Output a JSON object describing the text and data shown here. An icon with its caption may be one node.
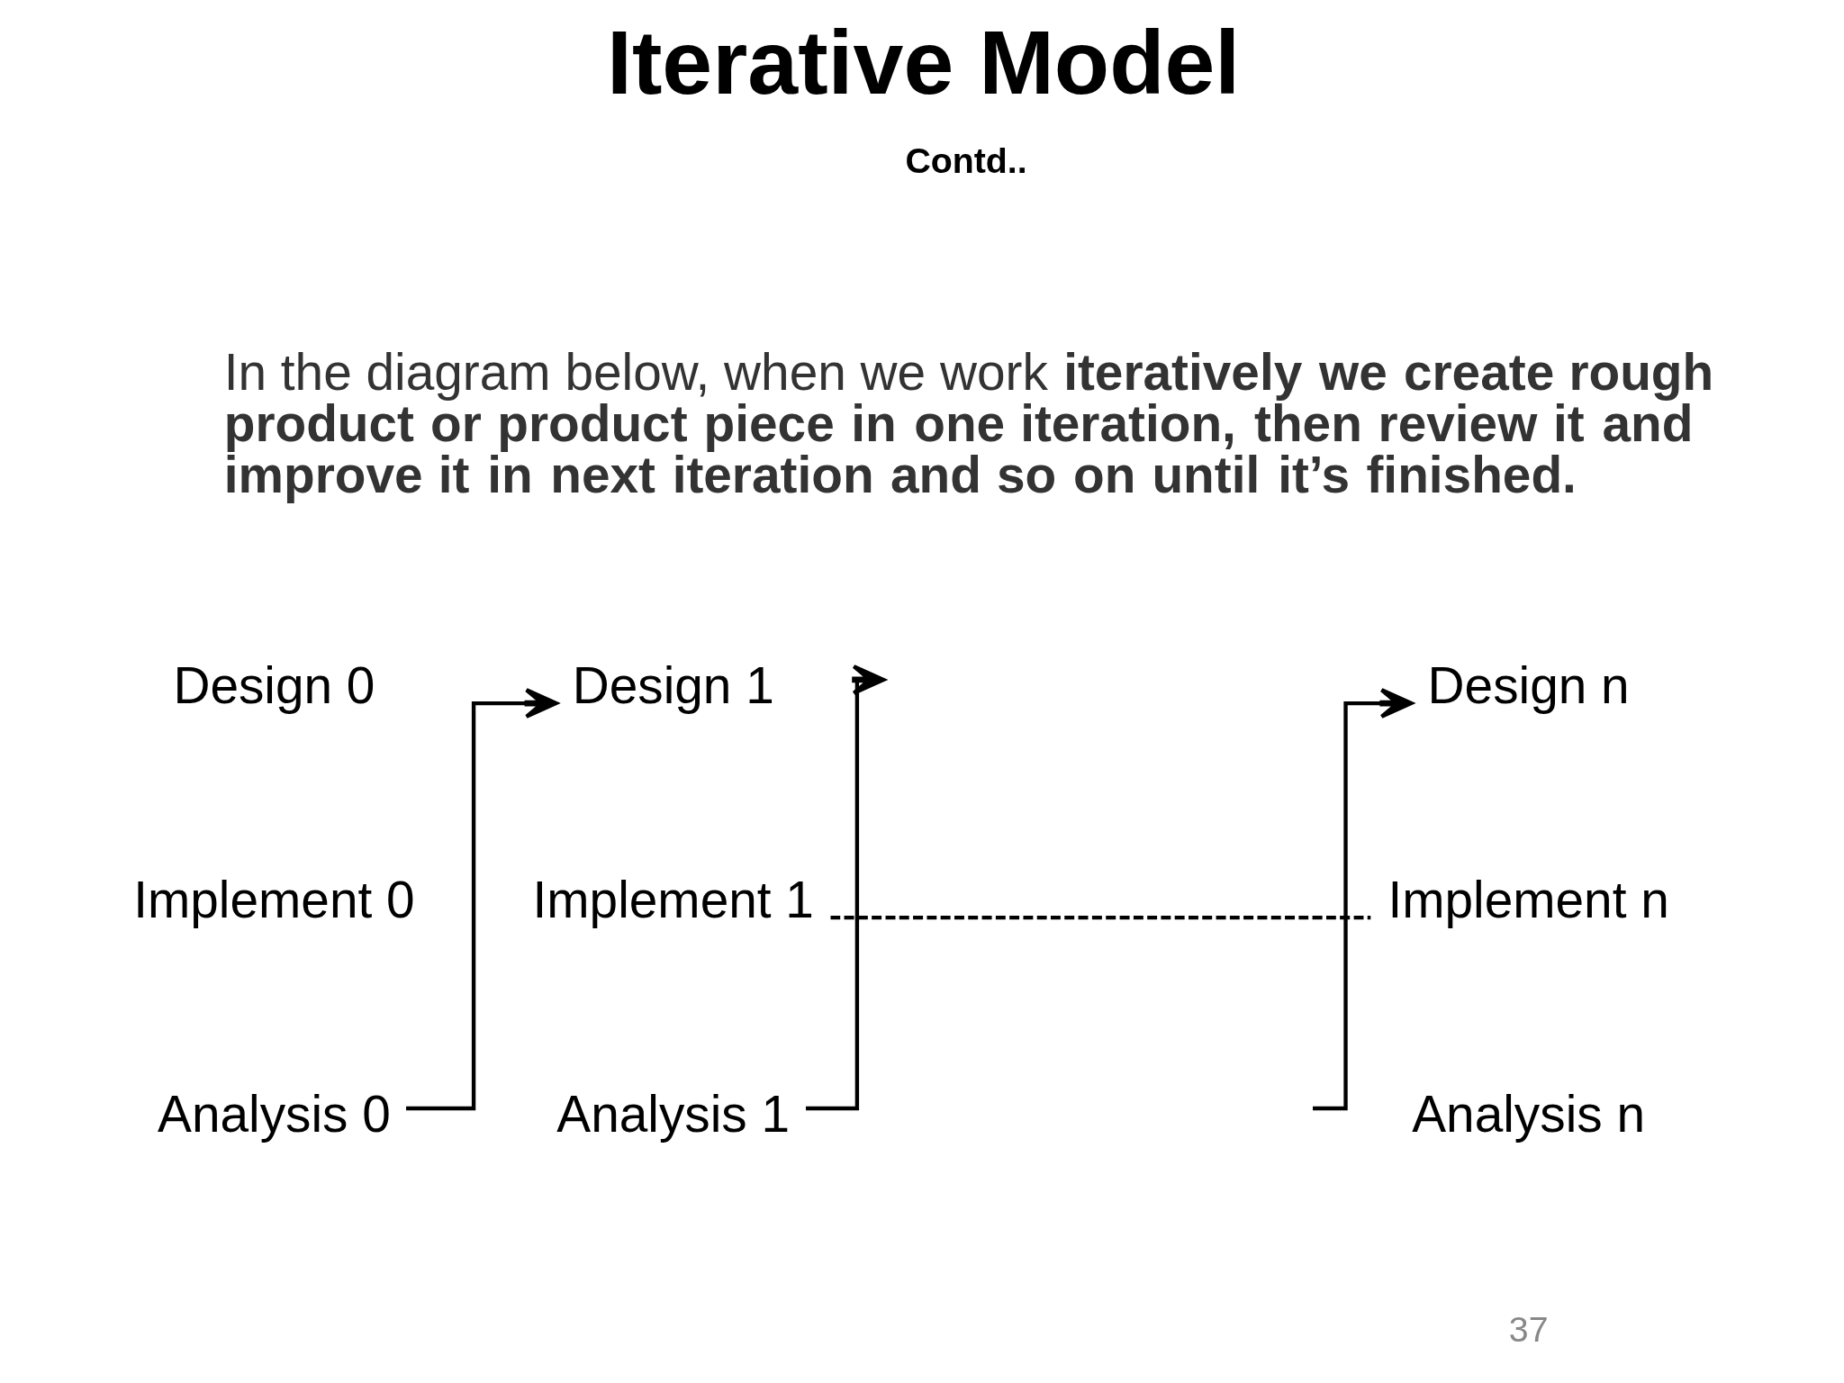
{
  "diagram": {
    "title": "Iterative Model",
    "nodes": [
      {
        "text": [
          "Design 0"
        ]
      },
      {
        "text": [
          "Implement 0"
        ]
      },
      {
        "text": [
          "Analysis 0"
        ]
      },
      {
        "text": [
          "Design 1"
        ]
      },
      {
        "text": [
          "Implement 1"
        ]
      },
      {
        "text": [
          "Analysis 1"
        ]
      },
      {
        "text": [
          "Design n"
        ]
      },
      {
        "text": [
          "Implement n"
        ]
      },
      {
        "text": [
          "Analysis n"
        ]
      }
    ],
    "edges": [
      {
        "from": 2,
        "to": 3,
        "arrow": "to"
      },
      {
        "from": 5,
        "to": null,
        "arrow": "to"
      },
      {
        "from": null,
        "to": 6,
        "arrow": "to"
      },
      {
        "from": 4,
        "to": 7,
        "arrow": "none",
        "style": "dashed"
      }
    ],
    "labels": [
      "Contd..",
      "In the diagram below, when we work **iteratively we create rough product or product piece in one iteration, then review it and improve it in next iteration and so on until it’s finished.**",
      "37"
    ]
  }
}
